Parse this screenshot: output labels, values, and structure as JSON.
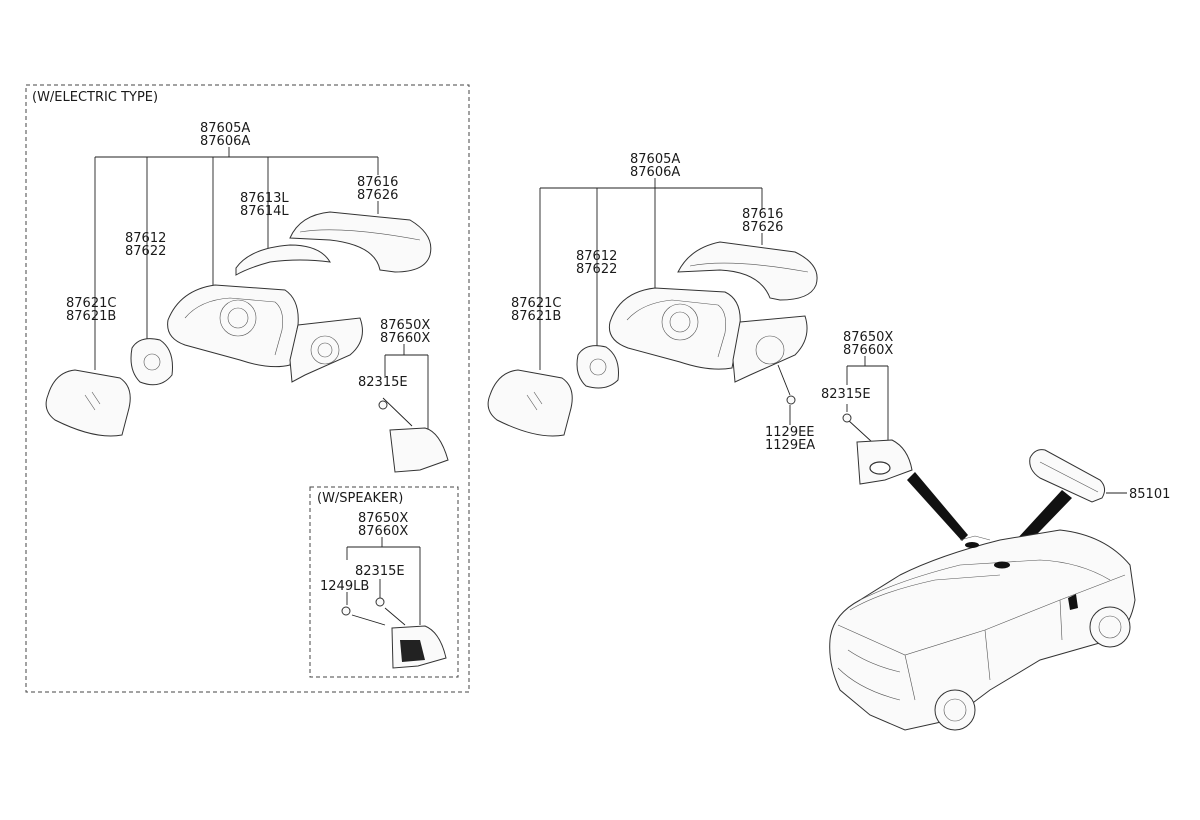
{
  "sections": {
    "electric_type": "(W/ELECTRIC TYPE)",
    "speaker": "(W/SPEAKER)"
  },
  "left": {
    "assembly": [
      "87605A",
      "87606A"
    ],
    "cover": [
      "87616",
      "87626"
    ],
    "garnish": [
      "87613L",
      "87614L"
    ],
    "actuator": [
      "87612",
      "87622"
    ],
    "glass": [
      "87621C",
      "87621B"
    ],
    "inner_cover": [
      "87650X",
      "87660X"
    ],
    "clip": "82315E"
  },
  "speaker": {
    "inner_cover": [
      "87650X",
      "87660X"
    ],
    "clip": "82315E",
    "screw": "1249LB"
  },
  "right": {
    "assembly": [
      "87605A",
      "87606A"
    ],
    "cover": [
      "87616",
      "87626"
    ],
    "actuator": [
      "87612",
      "87622"
    ],
    "glass": [
      "87621C",
      "87621B"
    ],
    "inner_cover": [
      "87650X",
      "87660X"
    ],
    "clip": "82315E",
    "bolt": [
      "1129EE",
      "1129EA"
    ],
    "room_mirror": "85101"
  }
}
